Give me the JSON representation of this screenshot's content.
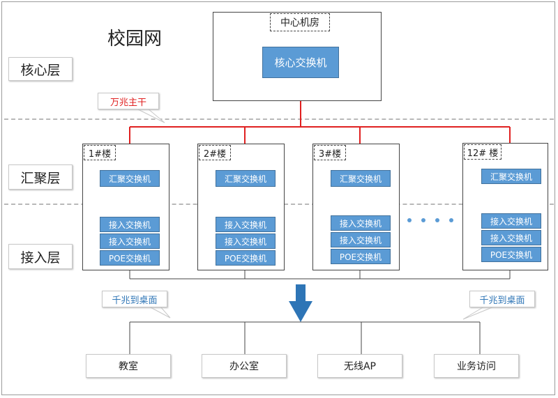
{
  "title": "校园网",
  "layers": {
    "core": "核心层",
    "aggregation": "汇聚层",
    "access": "接入层"
  },
  "core_room": {
    "label": "中心机房",
    "switch": "核心交换机"
  },
  "backbone_label": "万兆主干",
  "buildings": [
    {
      "label": "1#楼",
      "agg": "汇聚交换机",
      "access1": "接入交换机",
      "access2": "接入交换机",
      "poe": "POE交换机"
    },
    {
      "label": "2#楼",
      "agg": "汇聚交换机",
      "access1": "接入交换机",
      "access2": "接入交换机",
      "poe": "POE交换机"
    },
    {
      "label": "3#楼",
      "agg": "汇聚交换机",
      "access1": "接入交换机",
      "access2": "接入交换机",
      "poe": "POE交换机"
    },
    {
      "label": "12# 楼",
      "agg": "汇聚交换机",
      "access1": "接入交换机",
      "access2": "接入交换机",
      "poe": "POE交换机"
    }
  ],
  "desktop_label_left": "千兆到桌面",
  "desktop_label_right": "千兆到桌面",
  "endpoints": [
    "教室",
    "办公室",
    "无线AP",
    "业务访问"
  ],
  "colors": {
    "switch_fill": "#5b9bd5",
    "backbone": "#e02020",
    "arrow": "#2e75b6",
    "callout_red": "#e02020",
    "callout_blue": "#2e75b6"
  }
}
